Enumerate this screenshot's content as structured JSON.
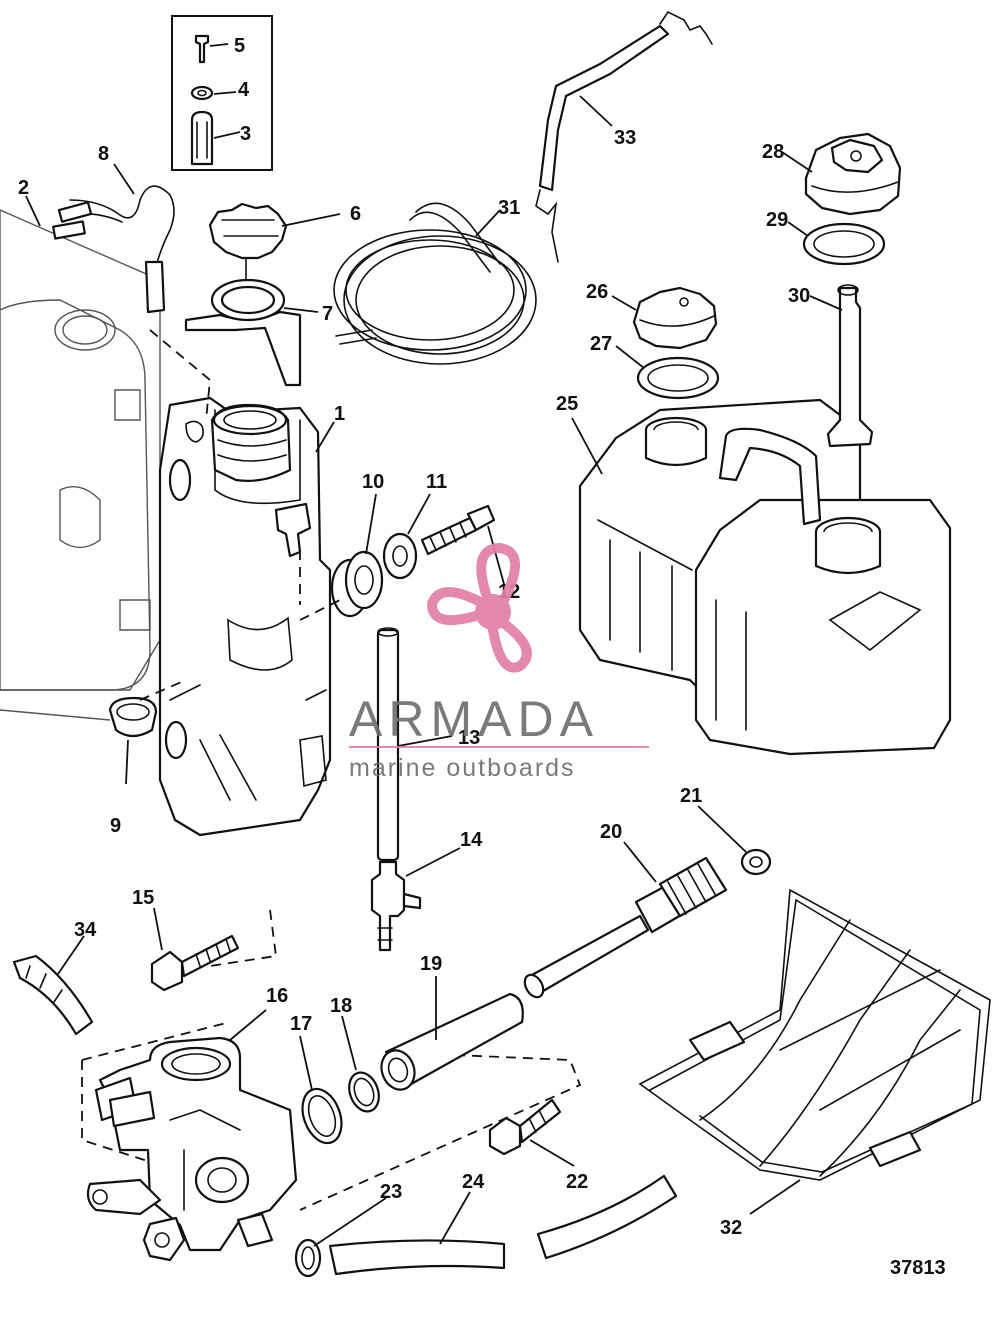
{
  "diagram": {
    "figure_number": "37813",
    "callouts": [
      "1",
      "2",
      "3",
      "4",
      "5",
      "6",
      "7",
      "8",
      "9",
      "10",
      "11",
      "12",
      "13",
      "14",
      "15",
      "16",
      "17",
      "18",
      "19",
      "20",
      "21",
      "22",
      "23",
      "24",
      "25",
      "26",
      "27",
      "28",
      "29",
      "30",
      "31",
      "32",
      "33",
      "34"
    ]
  },
  "watermark": {
    "brand": "ARMADA",
    "tagline": "marine outboards",
    "accent_color": "#e27fa8",
    "text_color": "#6f6f6f",
    "logo_icon": "propeller-icon"
  },
  "colors": {
    "line": "#111111",
    "background": "#ffffff"
  }
}
